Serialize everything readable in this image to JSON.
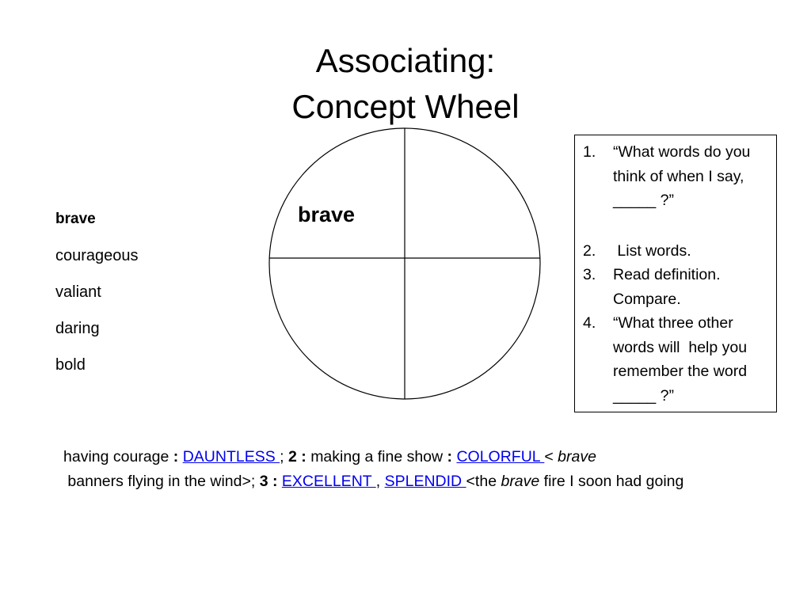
{
  "slide": {
    "title_line1": "Associating:",
    "title_line2": "Concept Wheel"
  },
  "wheel": {
    "center_word": "brave"
  },
  "word_list": [
    "brave",
    "courageous",
    "valiant",
    "daring",
    "bold"
  ],
  "steps": [
    {
      "num": "1.",
      "text": "“What words do you think of when I say,  _____ ?”"
    },
    {
      "num": "2.",
      "text": " List words."
    },
    {
      "num": "3.",
      "text": "Read definition. Compare."
    },
    {
      "num": "4.",
      "text": "“What three other words will  help you remember the word  _____ ?”"
    }
  ],
  "definition": {
    "part1": "having courage ",
    "part2": ": ",
    "link1": "DAUNTLESS ",
    "part3": "; ",
    "part4": "2 : ",
    "part5": "making a fine show ",
    "part6": ": ",
    "link2": "COLORFUL ",
    "part7": "< ",
    "part8": "brave",
    "part9": " banners flying in the wind>; ",
    "part10": "3 : ",
    "link3": "EXCELLENT ",
    "part11": ", ",
    "link4": "SPLENDID ",
    "part12": "<the ",
    "part13": "brave",
    "part14": " fire I soon had going"
  }
}
